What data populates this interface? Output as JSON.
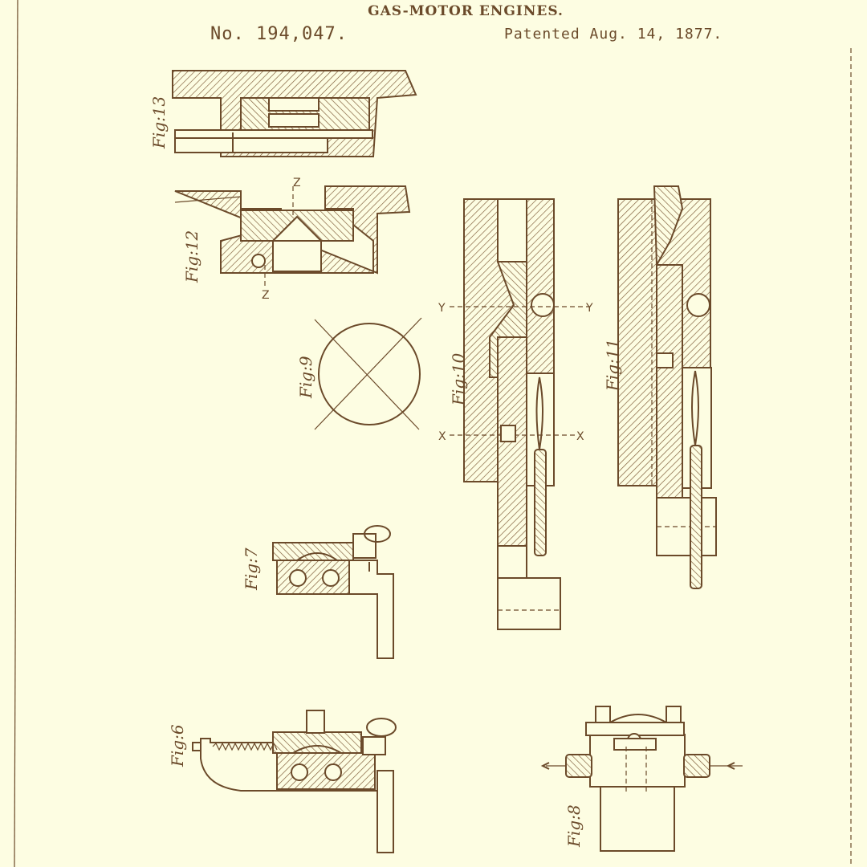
{
  "header": {
    "title": "GAS-MOTOR ENGINES.",
    "patent_number": "No. 194,047.",
    "patent_date": "Patented Aug. 14, 1877."
  },
  "figures": {
    "fig13": "Fig:13",
    "fig12": "Fig:12",
    "fig9": "Fig:9",
    "fig10": "Fig:10",
    "fig11": "Fig:11",
    "fig7": "Fig:7",
    "fig6": "Fig:6",
    "fig8": "Fig:8"
  },
  "section_marks": {
    "z_top": "Z",
    "z_bottom": "Z",
    "y_left": "Y",
    "y_right": "Y",
    "x_left": "X",
    "x_right": "X"
  },
  "colors": {
    "paper": "#fdfde2",
    "ink": "#6b4a2a"
  }
}
